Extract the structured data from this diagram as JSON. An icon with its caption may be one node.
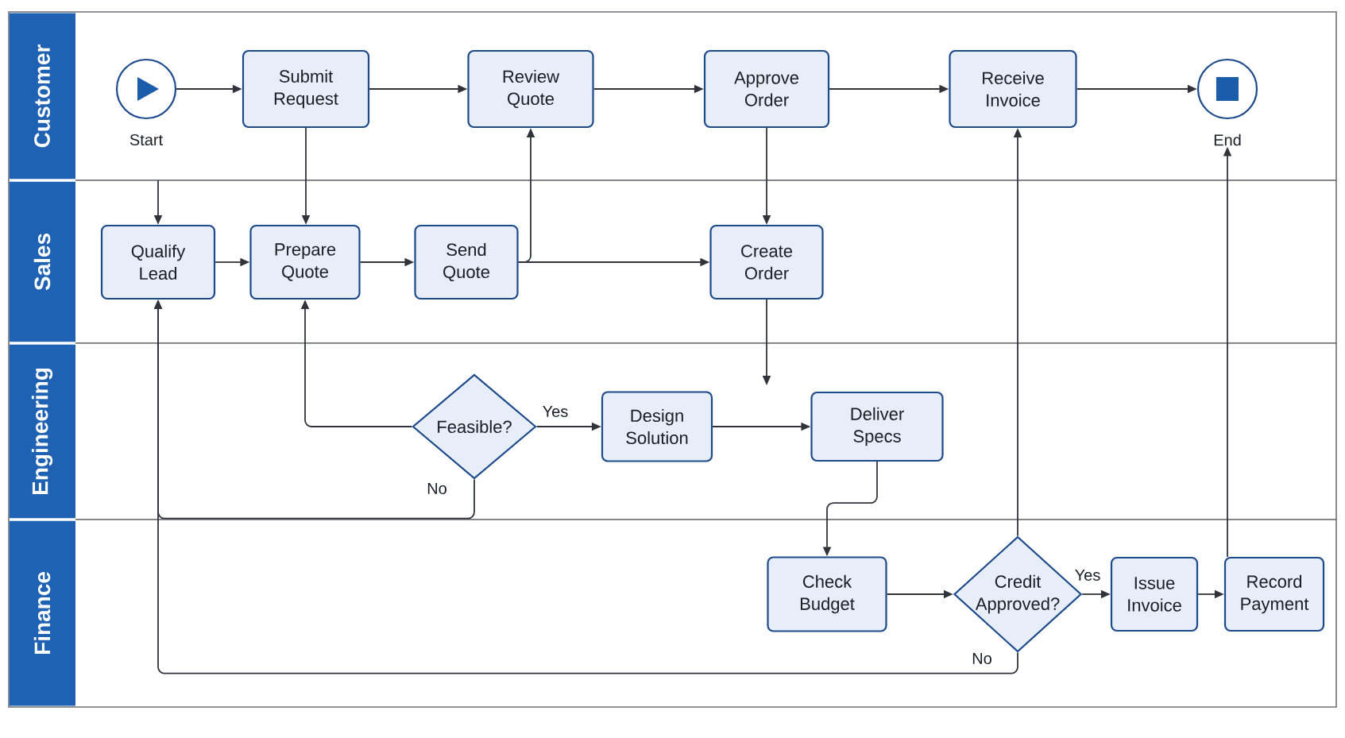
{
  "diagram": {
    "nodes": [
      {
        "text": [
          "Customer"
        ]
      },
      {
        "text": [],
        "shape": "circle",
        "beside": [
          "Start"
        ],
        "in": 0
      },
      {
        "text": [
          "Submit Request"
        ],
        "in": 0
      },
      {
        "text": [
          "Review Quote"
        ],
        "in": 0
      },
      {
        "text": [
          "Approve Order"
        ],
        "in": 0
      },
      {
        "text": [
          "Receive Invoice"
        ],
        "in": 0
      },
      {
        "text": [],
        "shape": "circle",
        "beside": [
          "End"
        ],
        "in": 0
      },
      {
        "text": [
          "Sales"
        ]
      },
      {
        "text": [
          "Qualify Lead"
        ],
        "in": 7
      },
      {
        "text": [
          "Prepare Quote"
        ],
        "in": 7
      },
      {
        "text": [
          "Send Quote"
        ],
        "in": 7
      },
      {
        "text": [
          "Create Order"
        ],
        "in": 7
      },
      {
        "text": [
          "Engineering"
        ]
      },
      {
        "text": [
          "Feasible?"
        ],
        "in": 12
      },
      {
        "text": [
          "Design Solution"
        ],
        "in": 12
      },
      {
        "text": [
          "Deliver Specs"
        ],
        "in": 12
      },
      {
        "text": [
          "Finance"
        ]
      },
      {
        "text": [
          "Check Budget"
        ],
        "in": 16
      },
      {
        "text": [
          "Credit Approved?"
        ],
        "in": 16
      },
      {
        "text": [
          "Issue Invoice"
        ],
        "in": 16
      },
      {
        "text": [
          "Record Payment"
        ],
        "in": 16
      }
    ],
    "edges": [
      {
        "from": 1,
        "to": 2,
        "arrow": "to"
      },
      {
        "from": 2,
        "to": 3,
        "arrow": "to"
      },
      {
        "from": 3,
        "to": 4,
        "arrow": "to"
      },
      {
        "from": 4,
        "to": 5,
        "arrow": "to"
      },
      {
        "from": 5,
        "to": 6,
        "arrow": "to"
      },
      {
        "from": null,
        "to": 8,
        "arrow": "to"
      },
      {
        "from": 2,
        "to": 9,
        "arrow": "to"
      },
      {
        "from": 8,
        "to": 9,
        "arrow": "to"
      },
      {
        "from": 9,
        "to": 10,
        "arrow": "to"
      },
      {
        "from": 10,
        "to": 3,
        "arrow": "to"
      },
      {
        "from": 10,
        "to": 11,
        "arrow": "to"
      },
      {
        "from": 4,
        "to": 11,
        "arrow": "to"
      },
      {
        "from": 11,
        "to": null,
        "arrow": "to"
      },
      {
        "from": 13,
        "to": 9,
        "arrow": "to"
      },
      {
        "from": 13,
        "to": 14,
        "label": "Yes",
        "arrow": "to"
      },
      {
        "from": 13,
        "to": 8,
        "label": "No",
        "arrow": "to"
      },
      {
        "from": 14,
        "to": 15,
        "arrow": "to"
      },
      {
        "from": 15,
        "to": 17,
        "arrow": "to"
      },
      {
        "from": 17,
        "to": 18,
        "arrow": "to"
      },
      {
        "from": 18,
        "to": 19,
        "label": "Yes",
        "arrow": "to"
      },
      {
        "from": 18,
        "to": 8,
        "label": "No",
        "arrow": "to"
      },
      {
        "from": 18,
        "to": 5,
        "arrow": "to"
      },
      {
        "from": 19,
        "to": 20,
        "arrow": "to"
      },
      {
        "from": 20,
        "to": 6,
        "arrow": "to"
      }
    ]
  }
}
